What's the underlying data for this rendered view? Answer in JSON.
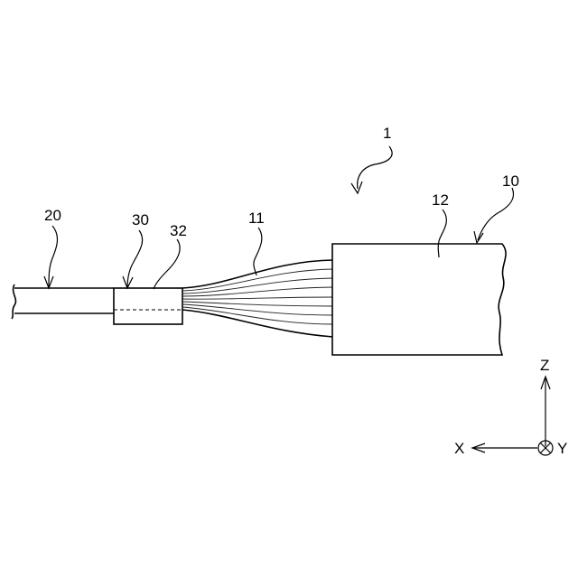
{
  "figure": {
    "labels": {
      "device": "1",
      "connector": "10",
      "fibers": "11",
      "connector_body": "12",
      "cable": "20",
      "ferrule": "30",
      "ferrule_part": "32"
    },
    "axes": {
      "x": "X",
      "y": "Y",
      "z": "Z"
    }
  }
}
